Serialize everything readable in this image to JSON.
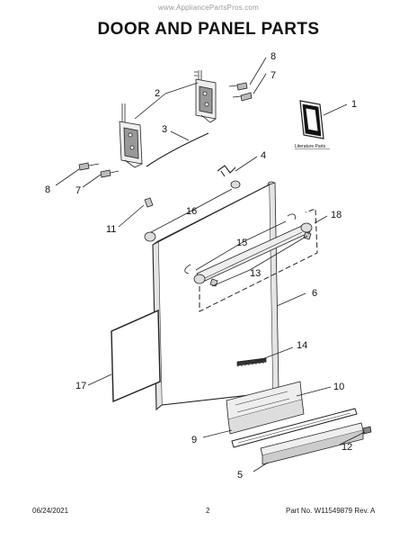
{
  "watermark": "www.AppliancePartsPros.com",
  "title": "DOOR AND PANEL PARTS",
  "literature_label": "Literature Parts",
  "callouts": [
    "1",
    "2",
    "3",
    "4",
    "5",
    "6",
    "7",
    "7",
    "8",
    "8",
    "9",
    "10",
    "11",
    "12",
    "13",
    "14",
    "15",
    "16",
    "17",
    "18"
  ],
  "footer": {
    "date": "06/24/2021",
    "page": "2",
    "part_no": "Part No. W11549879  Rev. A"
  }
}
